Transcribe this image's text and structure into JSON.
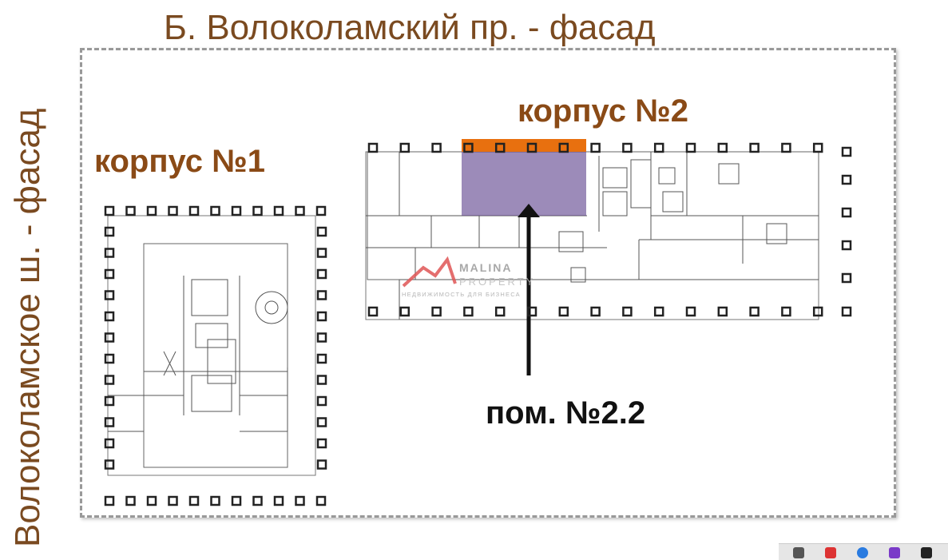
{
  "labels": {
    "top_facade": "Б. Волоколамский пр. - фасад",
    "left_facade": "Волоколамское ш. - фасад",
    "building_1": "корпус №1",
    "building_2": "корпус №2",
    "unit": "пом. №2.2"
  },
  "watermark": {
    "brand_line1": "MALINA",
    "brand_line2": "PROPERTY",
    "tagline": "НЕДВИЖИМОСТЬ ДЛЯ БИЗНЕСА"
  },
  "colors": {
    "label_brown": "#8a4a16",
    "highlight_unit": "#5a3d8a",
    "facade_bar": "#e8700f",
    "arrow": "#111111"
  },
  "icons": [
    "app-icon",
    "pdf-icon",
    "chrome-icon",
    "shield-icon",
    "terminal-icon"
  ]
}
